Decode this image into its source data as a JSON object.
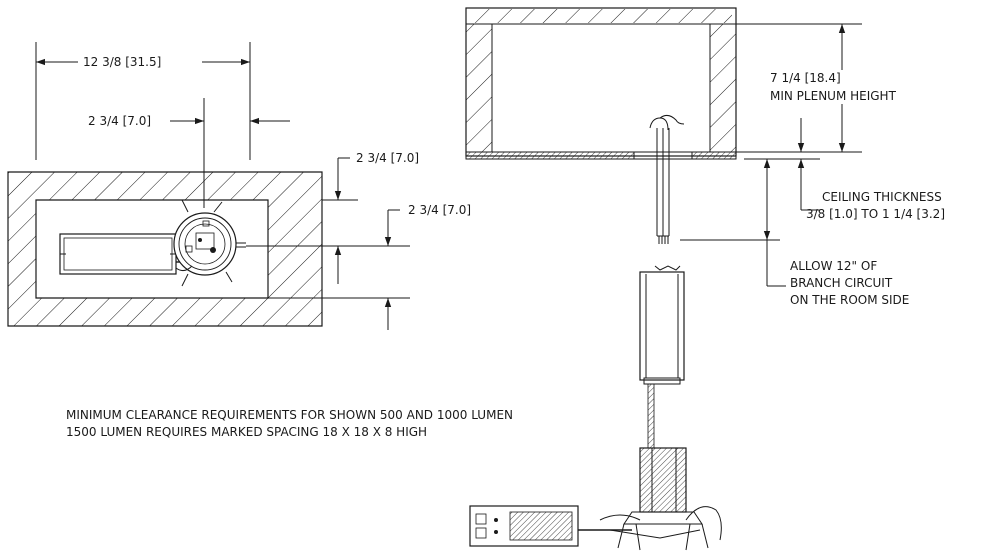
{
  "dimensions": {
    "overall_width": "12 3/8 [31.5]",
    "offset_x": "2 3/4 [7.0]",
    "offset_y_top": "2 3/4 [7.0]",
    "offset_y_bottom": "2 3/4 [7.0]",
    "plenum_height": "7 1/4 [18.4]",
    "plenum_label": "MIN PLENUM HEIGHT",
    "ceiling_title": "CEILING THICKNESS",
    "ceiling_range": "3/8 [1.0] TO 1 1/4 [3.2]",
    "branch_line1": "ALLOW 12\" OF",
    "branch_line2": "BRANCH CIRCUIT",
    "branch_line3": "ON THE ROOM SIDE"
  },
  "notes": {
    "line1": "MINIMUM CLEARANCE REQUIREMENTS FOR SHOWN 500 AND 1000 LUMEN",
    "line2": "1500 LUMEN REQUIRES MARKED SPACING 18 X 18 X 8 HIGH"
  },
  "colors": {
    "ink": "#1a1a1a",
    "background": "#ffffff"
  }
}
